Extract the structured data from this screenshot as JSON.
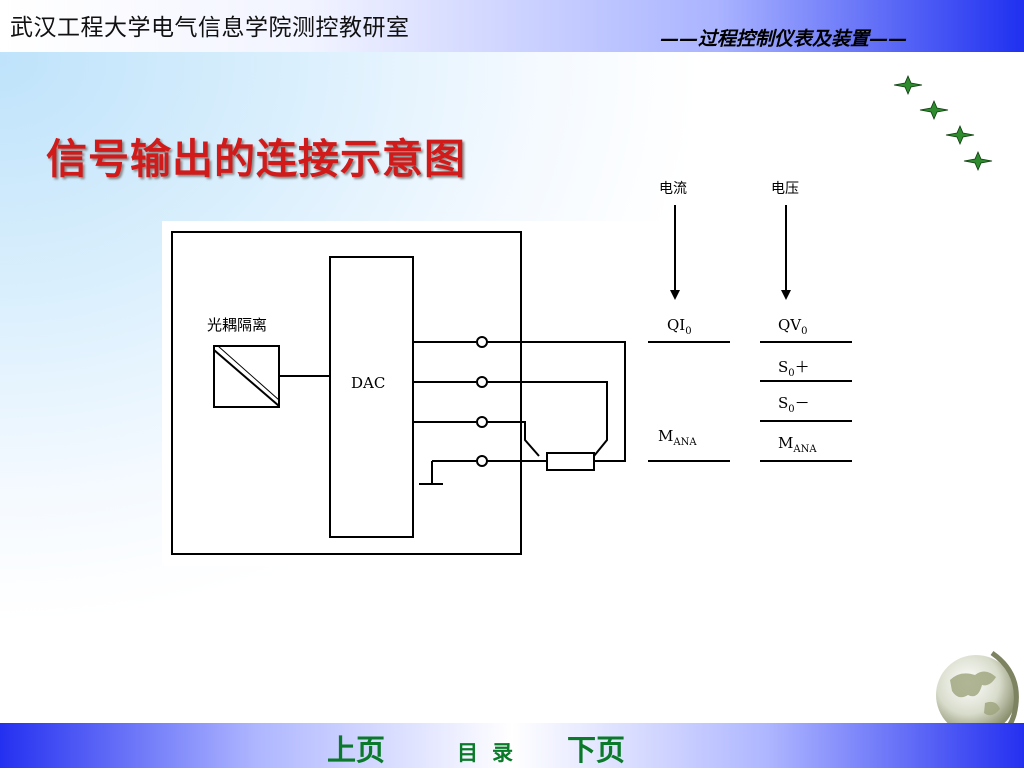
{
  "header": {
    "left_title": "武汉工程大学电气信息学院测控教研室",
    "right_title": "——过程控制仪表及装置——"
  },
  "slide": {
    "title": "信号输出的连接示意图"
  },
  "diagram": {
    "opto_label": "光耦隔离",
    "dac_label": "DAC",
    "current_label": "电流",
    "voltage_label": "电压",
    "current_terminals": {
      "qi0": "QI",
      "qi0_sub": "0",
      "mana": "M",
      "mana_sub": "ANA"
    },
    "voltage_terminals": {
      "qv0": "QV",
      "qv0_sub": "0",
      "s0plus": "S",
      "s0plus_sub": "0",
      "s0plus_sign": "＋",
      "s0minus": "S",
      "s0minus_sub": "0",
      "s0minus_sign": "－",
      "mana": "M",
      "mana_sub": "ANA"
    }
  },
  "nav": {
    "prev": "上页",
    "toc": "目录",
    "next": "下页"
  },
  "decor": {
    "star_icon": "four-point-star",
    "globe_icon": "globe",
    "title_color": "#d11b1b",
    "nav_color": "#0a7a2a"
  }
}
